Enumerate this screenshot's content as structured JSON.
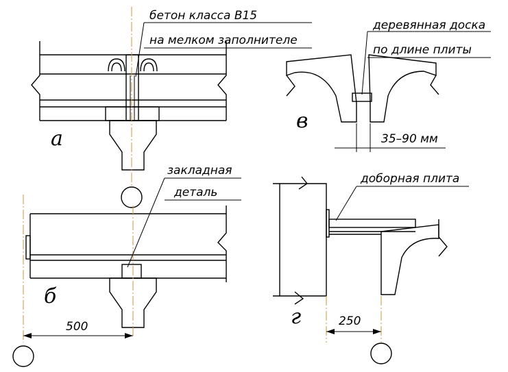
{
  "labels": {
    "concrete_line1": "бетон класса В15",
    "concrete_line2": "на мелком заполнителе",
    "board_line1": "деревянная доска",
    "board_line2": "по длине плиты",
    "embedded_line1": "закладная",
    "embedded_line2": "деталь",
    "extra_slab": "доборная плита"
  },
  "dimensions": {
    "gap": "35–90 мм",
    "offset_b": "500",
    "offset_g": "250"
  },
  "letters": {
    "a": "а",
    "b": "б",
    "v": "в",
    "g": "г"
  }
}
